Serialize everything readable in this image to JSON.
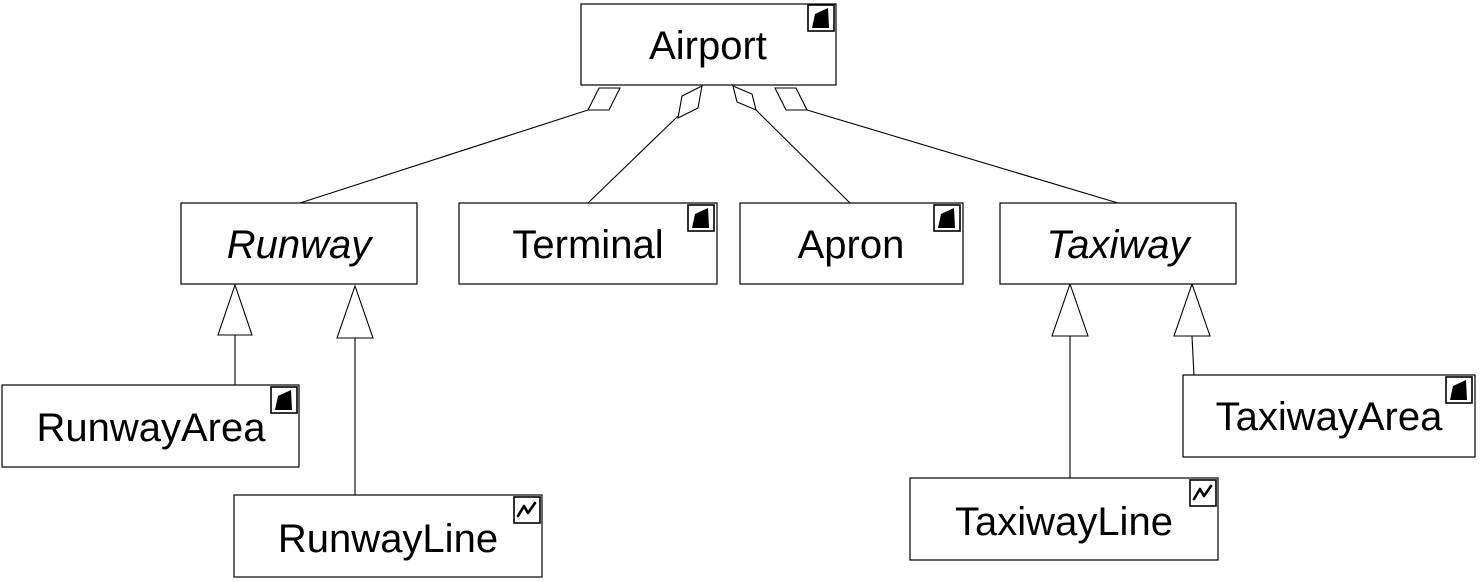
{
  "classes": {
    "airport": {
      "label": "Airport",
      "abstract": false,
      "icon": "polygon-geometry-icon"
    },
    "runway": {
      "label": "Runway",
      "abstract": true,
      "icon": null
    },
    "terminal": {
      "label": "Terminal",
      "abstract": false,
      "icon": "polygon-geometry-icon"
    },
    "apron": {
      "label": "Apron",
      "abstract": false,
      "icon": "polygon-geometry-icon"
    },
    "taxiway": {
      "label": "Taxiway",
      "abstract": true,
      "icon": null
    },
    "runway_area": {
      "label": "RunwayArea",
      "abstract": false,
      "icon": "polygon-geometry-icon"
    },
    "runway_line": {
      "label": "RunwayLine",
      "abstract": false,
      "icon": "line-geometry-icon"
    },
    "taxiway_line": {
      "label": "TaxiwayLine",
      "abstract": false,
      "icon": "line-geometry-icon"
    },
    "taxiway_area": {
      "label": "TaxiwayArea",
      "abstract": false,
      "icon": "polygon-geometry-icon"
    }
  },
  "relations": {
    "aggregations": [
      {
        "whole": "Airport",
        "part": "Runway"
      },
      {
        "whole": "Airport",
        "part": "Terminal"
      },
      {
        "whole": "Airport",
        "part": "Apron"
      },
      {
        "whole": "Airport",
        "part": "Taxiway"
      }
    ],
    "generalizations": [
      {
        "child": "RunwayArea",
        "parent": "Runway"
      },
      {
        "child": "RunwayLine",
        "parent": "Runway"
      },
      {
        "child": "TaxiwayLine",
        "parent": "Taxiway"
      },
      {
        "child": "TaxiwayArea",
        "parent": "Taxiway"
      }
    ]
  }
}
